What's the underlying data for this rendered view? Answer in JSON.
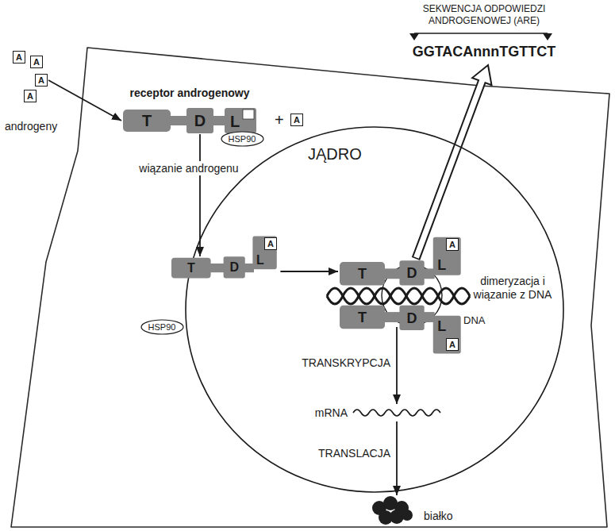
{
  "diagram": {
    "nodes": [
      {
        "text": [
          "SEKWENCJA ODPOWIEDZI ANDROGENOWEJ (ARE)",
          "GGTACAnnnTGTTCT"
        ]
      },
      {
        "text": [
          "A"
        ]
      },
      {
        "text": [
          "A"
        ]
      },
      {
        "text": [
          "A"
        ]
      },
      {
        "text": [
          "A"
        ]
      },
      {
        "text": [
          "receptor androgenowy",
          "T",
          "D",
          "L"
        ]
      },
      {
        "text": [
          "HSP90"
        ]
      },
      {
        "text": [
          "A"
        ]
      },
      {
        "text": [
          "T",
          "D",
          "L"
        ]
      },
      {
        "text": [
          "A"
        ],
        "in": 8
      },
      {
        "text": [
          "HSP90"
        ]
      },
      {
        "text": [
          "JĄDRO"
        ]
      },
      {
        "text": [
          "T",
          "D",
          "L"
        ],
        "in": 11
      },
      {
        "text": [
          "A"
        ],
        "in": 12
      },
      {
        "text": [
          "T",
          "D",
          "L"
        ],
        "in": 11
      },
      {
        "text": [
          "A"
        ],
        "in": 14
      }
    ],
    "edges": [
      {
        "from": 3,
        "to": 5,
        "arrow": "to"
      },
      {
        "from": 5,
        "to": 8,
        "label": "wiązanie androgenu",
        "arrow": "to"
      },
      {
        "from": 8,
        "to": 12,
        "arrow": "to"
      },
      {
        "from": 12,
        "to": 0,
        "arrow": "to"
      }
    ],
    "labels": [
      "androgeny",
      "+",
      "dimeryzacja i wiązanie z DNA",
      "DNA",
      "TRANSKRYPCJA",
      "mRNA",
      "TRANSLACJA",
      "białko"
    ]
  }
}
